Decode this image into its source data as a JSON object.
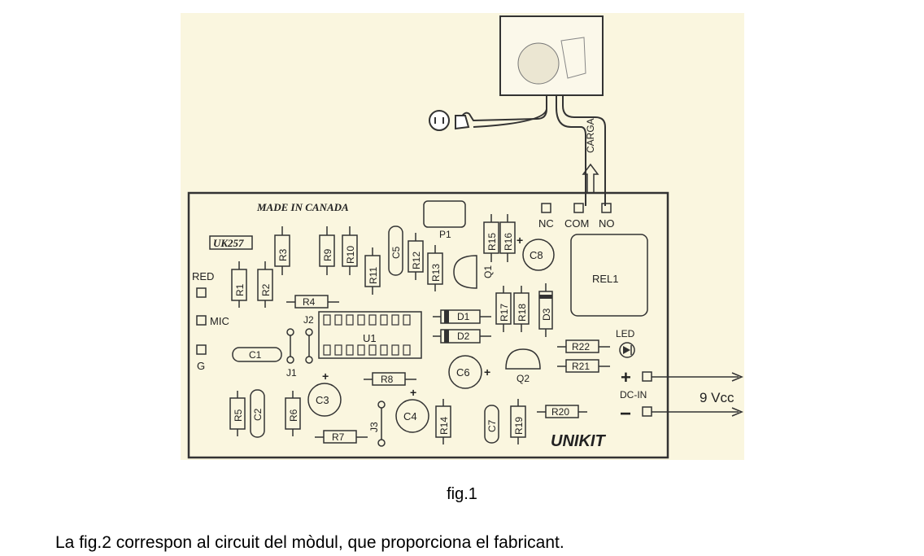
{
  "figure": {
    "made_in": "MADE IN CANADA",
    "model": "UK257",
    "brand": "UNIKIT",
    "load_label": "CARGA",
    "supply": "9 Vcc",
    "dc_in": "DC-IN",
    "plus": "+",
    "minus": "−",
    "terminals": {
      "nc": "NC",
      "com": "COM",
      "no": "NO",
      "red": "RED",
      "mic": "MIC",
      "g": "G"
    },
    "resistors_v": [
      "R1",
      "R2",
      "R3",
      "R9",
      "R10",
      "R11",
      "R12",
      "R13",
      "R15",
      "R16",
      "R17",
      "R18",
      "R5",
      "R6",
      "R14",
      "R19"
    ],
    "resistors_h": [
      "R4",
      "R8",
      "R7",
      "R20",
      "R22",
      "R21"
    ],
    "capacitors": [
      "C1",
      "C2",
      "C5",
      "C7",
      "C3",
      "C4",
      "C6",
      "C8"
    ],
    "diodes": [
      "D1",
      "D2",
      "D3"
    ],
    "transistors": [
      "Q1",
      "Q2"
    ],
    "jumpers": [
      "J1",
      "J2",
      "J3"
    ],
    "ic": "U1",
    "relay": "REL1",
    "pot": "P1",
    "led": "LED"
  },
  "caption": "fig.1",
  "body_text": "La fig.2 correspon al circuit del mòdul, que proporciona el fabricant."
}
